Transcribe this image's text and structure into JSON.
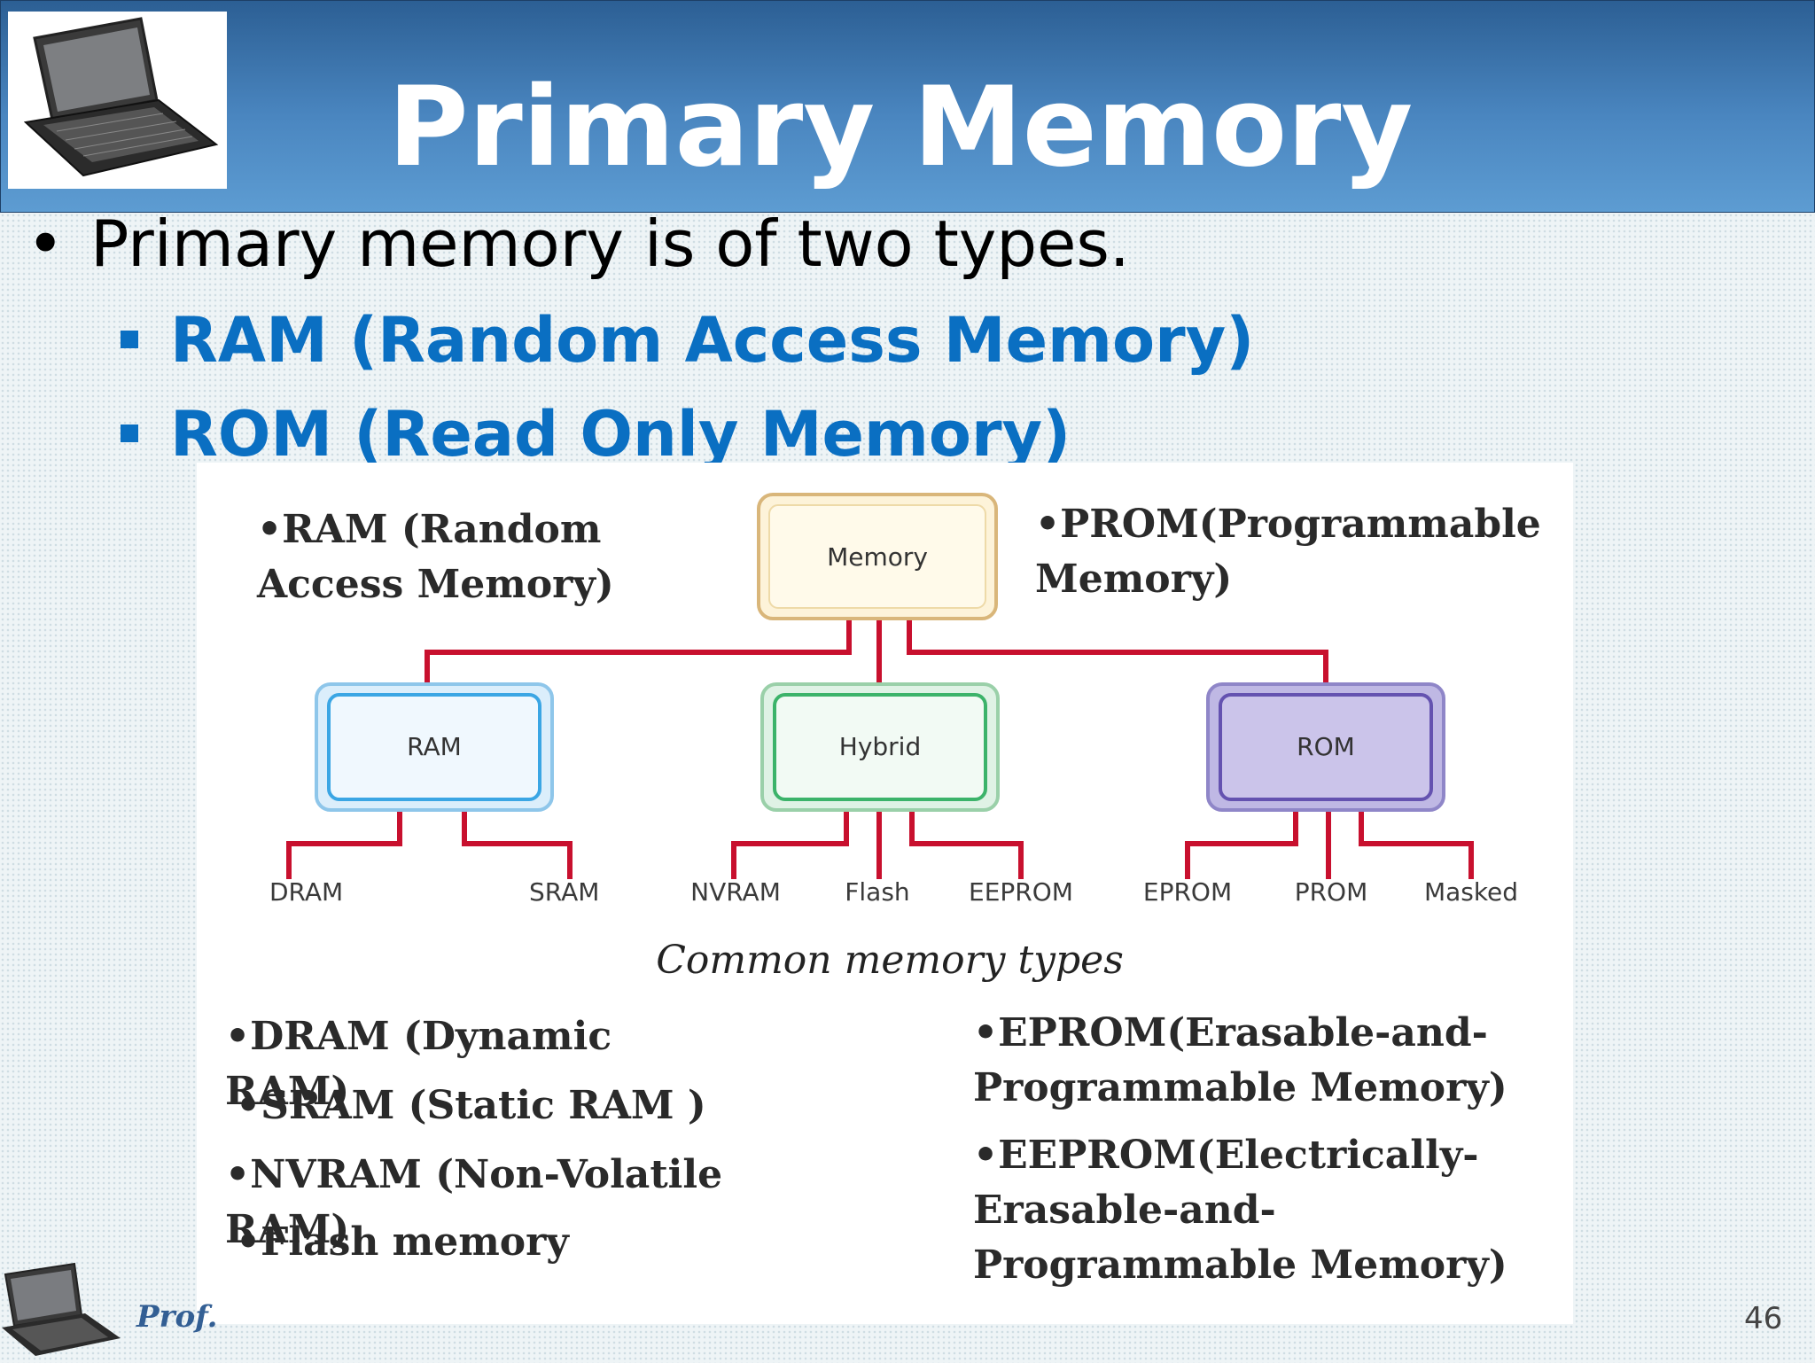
{
  "slide": {
    "title": "Primary Memory",
    "bullet": "Primary memory is of two types.",
    "sub_items": [
      "RAM (Random Access Memory)",
      "ROM (Read Only Memory)"
    ],
    "page_number": "46",
    "footer_author": "Prof."
  },
  "figure": {
    "root": "Memory",
    "nodes": [
      "RAM",
      "Hybrid",
      "ROM"
    ],
    "leaves": {
      "ram": [
        "DRAM",
        "SRAM"
      ],
      "hybrid": [
        "NVRAM",
        "Flash",
        "EEPROM"
      ],
      "rom": [
        "EPROM",
        "PROM",
        "Masked"
      ]
    },
    "caption": "Common memory types",
    "annotations": {
      "ram_full_1": "•RAM (Random",
      "ram_full_2": "Access Memory)",
      "prom_full_1": "•PROM(Programmable",
      "prom_full_2": "Memory)",
      "dram_1": "•DRAM (Dynamic",
      "dram_2": "RAM)",
      "sram": "•SRAM (Static RAM )",
      "nvram_1": "•NVRAM (Non-Volatile",
      "nvram_2": "RAM)",
      "flash": "•Flash memory",
      "eprom_1": "•EPROM(Erasable-and-",
      "eprom_2": "Programmable Memory)",
      "eeprom_1": "•EEPROM(Electrically-",
      "eeprom_2": "Erasable-and-",
      "eeprom_3": "Programmable Memory)"
    },
    "colors": {
      "connector": "#c8102e",
      "memory_fill": "#fdf3d9",
      "ram_fill": "#e4f1fb",
      "hybrid_fill": "#e6f5ea",
      "rom_fill": "#cbc4ea"
    }
  }
}
